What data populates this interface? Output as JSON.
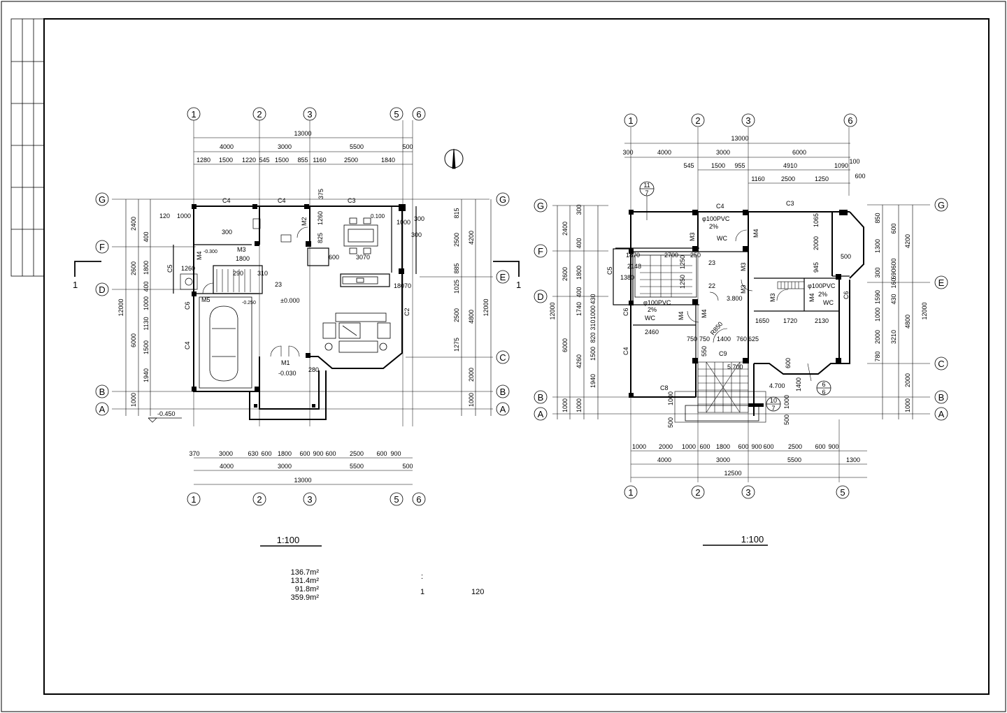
{
  "plan_left": {
    "top_axes": [
      "1",
      "2",
      "3",
      "5",
      "6"
    ],
    "left_axes": [
      "G",
      "F",
      "D",
      "B",
      "A"
    ],
    "right_axes": [
      "G",
      "E",
      "C",
      "B",
      "A"
    ],
    "top_dims": {
      "total": "13000",
      "mid": [
        "4000",
        "3000",
        "5500",
        "500"
      ],
      "detail": [
        "1280",
        "1500",
        "1220",
        "545",
        "1500",
        "855",
        "1160",
        "2500",
        "1840"
      ]
    },
    "bottom_dims": {
      "detail": [
        "370",
        "3000",
        "630",
        "600",
        "1800",
        "600",
        "900",
        "600",
        "2500",
        "600",
        "900"
      ],
      "mid": [
        "4000",
        "3000",
        "5500",
        "500"
      ],
      "total": "13000"
    },
    "left_dims": {
      "total": "12000",
      "mid": [
        "2400",
        "2600",
        "6000",
        "1000"
      ],
      "detail": [
        "400",
        "1800",
        "400",
        "1000",
        "1130",
        "1500",
        "1940"
      ]
    },
    "right_dims": {
      "total": "12000",
      "mid": [
        "4200",
        "4800",
        "2000",
        "1000"
      ],
      "detail": [
        "815",
        "2500",
        "885",
        "1025",
        "2500",
        "1275"
      ]
    },
    "labels": {
      "c4a": "C4",
      "c4b": "C4",
      "c3": "C3",
      "c5": "C5",
      "c6": "C6",
      "c4c": "C4",
      "c2": "C2",
      "m1": "M1",
      "m2": "M2",
      "m3": "M3",
      "m4": "M4",
      "m5": "M5",
      "lvl0": "±0.000",
      "lvl_m0030": "-0.030",
      "lvl_m0450": "-0.450",
      "lvl_m0300": "-0.300",
      "lvl_m0250": "-0.250",
      "lvl_0100": "0.100",
      "stair_no": "23",
      "d120": "120",
      "d1000": "1000",
      "d300": "300",
      "d1800": "1800",
      "d1260": "1260",
      "d3070": "3070",
      "d600": "600",
      "d280": "280",
      "d290": "290",
      "d310": "310",
      "d1260b": "1260",
      "d825": "825",
      "d1000b": "1000",
      "d300b": "300",
      "d375": "375",
      "d300c": "300",
      "d180": "180",
      "d70": "70"
    },
    "section_mark": "1",
    "scale": "1:100"
  },
  "plan_right": {
    "top_axes": [
      "1",
      "2",
      "3",
      "6"
    ],
    "left_axes": [
      "G",
      "F",
      "D",
      "B",
      "A"
    ],
    "right_axes": [
      "G",
      "E",
      "C",
      "B",
      "A"
    ],
    "top_dims": {
      "total": "13000",
      "mid": [
        "300",
        "4000",
        "3000",
        "6000"
      ],
      "detail": [
        "545",
        "1500",
        "955",
        "4910",
        "1090",
        "100"
      ],
      "detail2": [
        "1160",
        "2500",
        "1250",
        "600"
      ]
    },
    "bottom_dims": {
      "detail": [
        "1000",
        "2000",
        "1000",
        "600",
        "1800",
        "600",
        "900",
        "600",
        "2500",
        "600",
        "900"
      ],
      "mid": [
        "4000",
        "3000",
        "5500",
        "1300"
      ],
      "total": "12500",
      "axes": [
        "1",
        "2",
        "3",
        "5"
      ]
    },
    "left_dims": {
      "total": "12000",
      "mid": [
        "2400",
        "2600",
        "6000",
        "1000"
      ],
      "detail": [
        "300",
        "400",
        "1800",
        "400",
        "1740",
        "4260",
        "1000"
      ],
      "detail2": [
        "430",
        "1000",
        "310",
        "820",
        "1500",
        "1940"
      ]
    },
    "right_dims": {
      "total": "12000",
      "mid": [
        "4200",
        "4800",
        "2000",
        "1000"
      ],
      "detail": [
        "850",
        "1300",
        "300",
        "1590",
        "3210",
        "780"
      ],
      "detail2": [
        "600",
        "600",
        "690",
        "160",
        "1000",
        "430",
        "2000"
      ]
    },
    "labels": {
      "c4": "C4",
      "c3": "C3",
      "c5": "C5",
      "c6a": "C6",
      "c6b": "C6",
      "c4b": "C4",
      "c8": "C8",
      "c9": "C9",
      "m3a": "M3",
      "m3b": "M3",
      "m3c": "M3",
      "m3d": "M3",
      "m4a": "M4",
      "m4b": "M4",
      "m4c": "M4",
      "m4d": "M4",
      "pvc1": "φ100PVC",
      "pvc2": "φ100PVC",
      "pvc3": "φ100PVC",
      "slope1": "2%",
      "slope2": "2%",
      "slope3": "2%",
      "wc1": "WC",
      "wc2": "WC",
      "wc3": "WC",
      "lvl3800": "3.800",
      "lvl4700": "4.700",
      "lvl5700": "5.700",
      "n22": "22",
      "n23": "23",
      "r850": "R850",
      "d1870": "1870",
      "d2700": "2700",
      "d250": "250",
      "d2148": "2148",
      "d1380": "1380",
      "d1250": "1250",
      "d1250b": "1250",
      "d2460": "2460",
      "d1065": "1065",
      "d2000": "2000",
      "d945": "945",
      "d500": "500",
      "d1650": "1650",
      "d1720": "1720",
      "d2130": "2130",
      "d750": "750",
      "d750b": "750",
      "d1400": "1400",
      "d760": "760",
      "d625": "625",
      "d550": "550",
      "d600": "600",
      "d1400b": "1400",
      "d500b": "500",
      "d1000": "1000",
      "d500c": "500",
      "d1000b": "1000",
      "det_11_top": "11",
      "det_11_bot": "7",
      "det_6_top": "6",
      "det_6_bot": "6",
      "det_10_top": "10",
      "det_10_bot": "7"
    },
    "scale": "1:100"
  },
  "areas": [
    "136.7m²",
    "131.4m²",
    "91.8m²",
    "359.9m²"
  ],
  "area_colon": ":",
  "area_one": "1",
  "area_120": "120"
}
